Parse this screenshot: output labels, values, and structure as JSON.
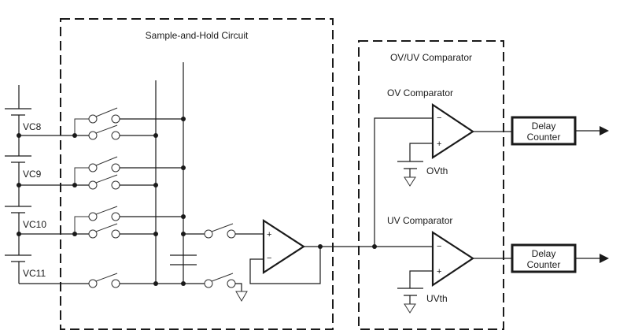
{
  "diagram": {
    "blocks": {
      "sample_hold": {
        "title": "Sample-and-Hold Circuit"
      },
      "ovuv": {
        "title": "OV/UV Comparator"
      }
    },
    "cells": [
      {
        "label": "VC8"
      },
      {
        "label": "VC9"
      },
      {
        "label": "VC10"
      },
      {
        "label": "VC11"
      }
    ],
    "comparators": [
      {
        "title": "OV Comparator",
        "threshold": "OVth",
        "output_block": "Delay\nCounter"
      },
      {
        "title": "UV Comparator",
        "threshold": "UVth",
        "output_block": "Delay\nCounter"
      }
    ],
    "delay_counter": {
      "line1": "Delay",
      "line2": "Counter"
    },
    "signs": {
      "plus": "+",
      "minus": "−"
    }
  }
}
